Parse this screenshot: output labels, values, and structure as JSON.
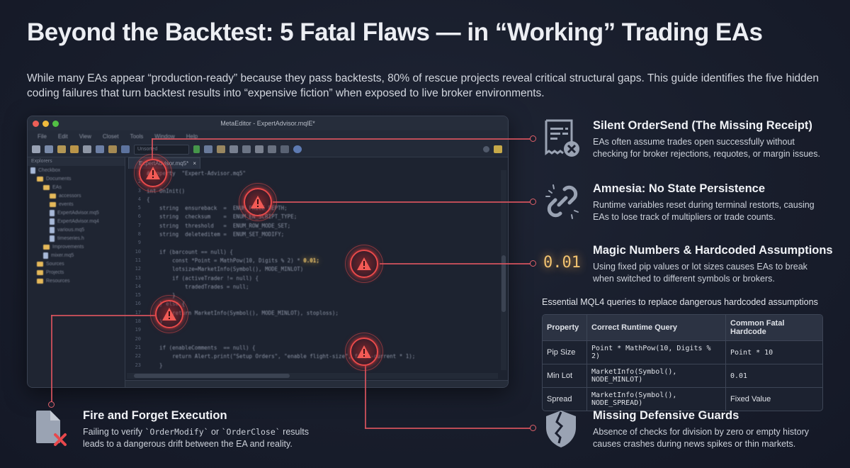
{
  "header": {
    "title": "Beyond the Backtest: 5 Fatal Flaws — in “Working” Trading EAs",
    "intro": "While many EAs appear “production-ready” because they pass backtests, 80% of rescue projects reveal critical structural gaps. This guide identifies the five hidden coding failures that turn backtest results into “expensive fiction” when exposed to live broker environments."
  },
  "editor": {
    "window_title": "MetaEditor - ExpertAdvisor.mqlE*",
    "menu": [
      "File",
      "Edit",
      "View",
      "Closet",
      "Tools",
      "Window",
      "Help"
    ],
    "toolbar_dropdown": "Unsorted",
    "explorer_label": "Explorers",
    "tree": [
      {
        "label": "Checkbox",
        "type": "root",
        "indent": 0
      },
      {
        "label": "Documents",
        "type": "folder",
        "indent": 1
      },
      {
        "label": "EAs",
        "type": "folder",
        "indent": 2
      },
      {
        "label": "accessors",
        "type": "folder",
        "indent": 3
      },
      {
        "label": "events",
        "type": "folder",
        "indent": 3
      },
      {
        "label": "ExpertAdvisor.mq5",
        "type": "file",
        "indent": 3
      },
      {
        "label": "ExpertAdvisor.mq4",
        "type": "file",
        "indent": 3
      },
      {
        "label": "various.mq5",
        "type": "file",
        "indent": 3
      },
      {
        "label": "timeseries.h",
        "type": "file",
        "indent": 3
      },
      {
        "label": "Improvements",
        "type": "folder",
        "indent": 2
      },
      {
        "label": "mixer.mq5",
        "type": "file",
        "indent": 2
      },
      {
        "label": "Sources",
        "type": "folder",
        "indent": 1
      },
      {
        "label": "Projects",
        "type": "folder",
        "indent": 1
      },
      {
        "label": "Resources",
        "type": "folder",
        "indent": 1
      }
    ],
    "tab_label": "ExpertAdvisor.mq5*",
    "tab_close": "×",
    "line_numbers": [
      "1",
      "2",
      "3",
      "4",
      "5",
      "6",
      "7",
      "8",
      "9",
      "10",
      "11",
      "12",
      "13",
      "14",
      "15",
      "16",
      "17",
      "18",
      "19",
      "20",
      "21",
      "22",
      "23"
    ],
    "code_lines": [
      "#property  \"Expert-Advisor.mq5\"",
      "",
      "int OnInit()",
      "{",
      "    string  ensureback  =  ENUM_PRICE_DEPTH;",
      "    string  checksum    =  ENUM_EN_SCRIPT_TYPE;",
      "    string  threshold   =  ENUM_ROW_MODE_SET;",
      "    string  deleteditem =  ENUM_SET_MODIFY;",
      "",
      "    if (barcount == null) {",
      "        const *Point = MathPow(10, Digits % 2) * ",
      "        lotsize=MarketInfo(Symbol(), MODE_MINLOT)",
      "        if (activeTrader != null) {",
      "            tradedTrades = null;",
      "        }",
      "    } else {",
      "        return MarketInfo(Symbol(), MODE_MINLOT), stoploss);",
      "    }",
      "",
      "",
      "    if (enableComments  == null) {",
      "        return Alert.print(\"Setup Orders\", \"enable flight-size\", first-current * 1);",
      "    }"
    ],
    "highlight_value": "0.01;"
  },
  "features": [
    {
      "id": "silent-ordersend",
      "icon": "receipt-x-icon",
      "title": "Silent OrderSend (The Missing Receipt)",
      "desc": [
        "EAs often assume trades open successfully without",
        "checking for broker rejections, requotes, or margin issues."
      ]
    },
    {
      "id": "amnesia",
      "icon": "broken-link-icon",
      "title": "Amnesia: No State Persistence",
      "desc": [
        "Runtime variables reset during terminal restorts, causing",
        "EAs to lose track of multipliers or trade counts."
      ]
    },
    {
      "id": "magic-numbers",
      "icon": "magic-number-icon",
      "icon_text": "0.01",
      "title": "Magic Numbers & Hardcoded Assumptions",
      "desc": [
        "Using fixed pip values or lot sizes causes EAs to break",
        "when switched to different symbols or brokers."
      ]
    },
    {
      "id": "defensive-guards",
      "icon": "broken-shield-icon",
      "title": "Missing Defensive Guards",
      "desc": [
        "Absence of checks for division by zero or empty history",
        "causes crashes during news spikes or thin markets."
      ]
    },
    {
      "id": "fire-and-forget",
      "icon": "file-x-icon",
      "title": "Fire and Forget Execution",
      "desc_parts": [
        "Failing to verify ",
        "`OrderModify`",
        " or ",
        "`OrderClose`",
        " results"
      ],
      "desc2": "leads to a dangerous drift between the EA and reality."
    }
  ],
  "table": {
    "caption": "Essential MQL4 queries to replace dangerous hardcoded assumptions",
    "headers": [
      "Property",
      "Correct Runtime Query",
      "Common Fatal Hardcode"
    ],
    "rows": [
      [
        "Pip Size",
        "Point * MathPow(10, Digits % 2)",
        "Point * 10"
      ],
      [
        "Min Lot",
        "MarketInfo(Symbol(), NODE_MINLOT)",
        "0.01"
      ],
      [
        "Spread",
        "MarketInfo(Symbol(), NODE_SPREAD)",
        "Fixed Value"
      ]
    ]
  },
  "colors": {
    "background": "#181d2b",
    "accent_red": "#e84a4a",
    "connector": "#d9545e",
    "magic_amber": "#f1c270",
    "icon_gray": "#9aa3b3"
  }
}
